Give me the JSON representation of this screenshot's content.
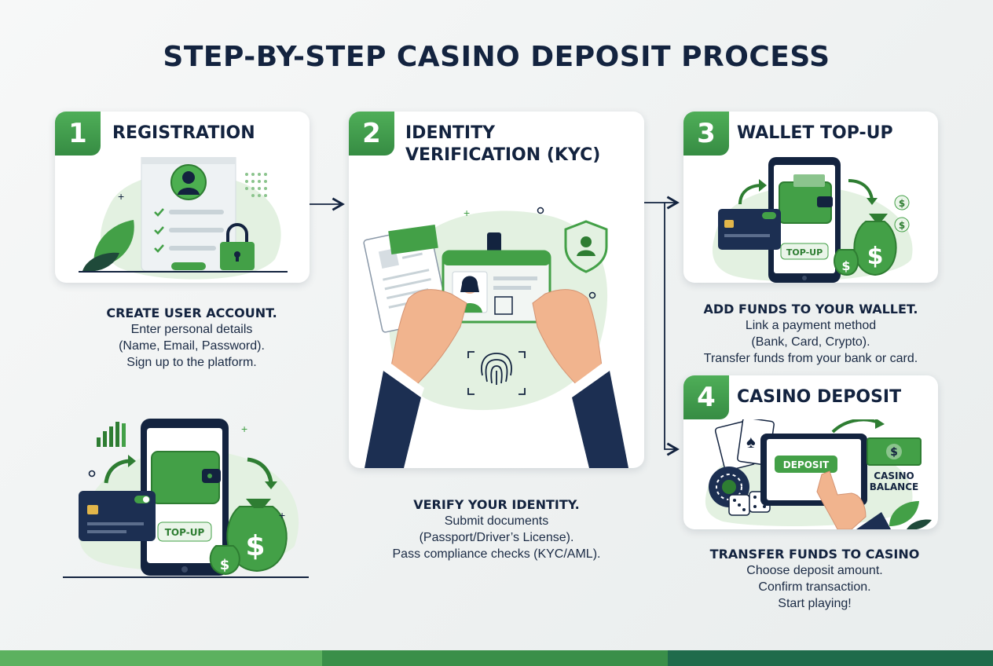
{
  "title": "STEP-BY-STEP CASINO DEPOSIT PROCESS",
  "colors": {
    "green": "#43a047",
    "dark_green": "#2e7d32",
    "navy": "#13233f",
    "light_green": "#dff0dd"
  },
  "steps": [
    {
      "number": "1",
      "title": "REGISTRATION",
      "heading": "CREATE USER ACCOUNT.",
      "lines": [
        "Enter personal details",
        "(Name, Email, Password).",
        "Sign up to the platform."
      ],
      "icons": [
        "user-avatar-icon",
        "checklist-icon",
        "padlock-icon",
        "leaf-icon"
      ]
    },
    {
      "number": "2",
      "title_lines": [
        "IDENTITY",
        "VERIFICATION (KYC)"
      ],
      "heading": "VERIFY YOUR IDENTITY.",
      "lines": [
        "Submit documents",
        "(Passport/Driver’s License).",
        "Pass compliance checks (KYC/AML)."
      ],
      "icons": [
        "document-icon",
        "id-card-icon",
        "shield-user-icon",
        "fingerprint-icon",
        "hands-icon"
      ]
    },
    {
      "number": "3",
      "title": "WALLET TOP-UP",
      "button_label": "TOP-UP",
      "heading": "ADD FUNDS TO YOUR WALLET.",
      "lines": [
        "Link a payment method",
        "(Bank, Card, Crypto).",
        "Transfer funds from your bank or card."
      ],
      "icons": [
        "smartphone-icon",
        "wallet-icon",
        "credit-card-icon",
        "money-bag-icon",
        "refresh-arrow-icon"
      ]
    },
    {
      "number": "4",
      "title": "CASINO DEPOSIT",
      "button_label": "DEPOSIT",
      "balance_label": [
        "CASINO",
        "BALANCE"
      ],
      "heading": "TRANSFER FUNDS TO CASINO",
      "lines": [
        "Choose deposit amount.",
        "Confirm transaction.",
        "Start playing!"
      ],
      "icons": [
        "playing-cards-icon",
        "poker-chip-icon",
        "dice-icon",
        "tablet-icon",
        "pointing-hand-icon",
        "banknote-icon"
      ]
    }
  ],
  "extra_illustration": {
    "button_label": "TOP-UP",
    "icons": [
      "bar-chart-icon",
      "smartphone-icon",
      "wallet-icon",
      "credit-card-icon",
      "money-bag-icon"
    ]
  }
}
